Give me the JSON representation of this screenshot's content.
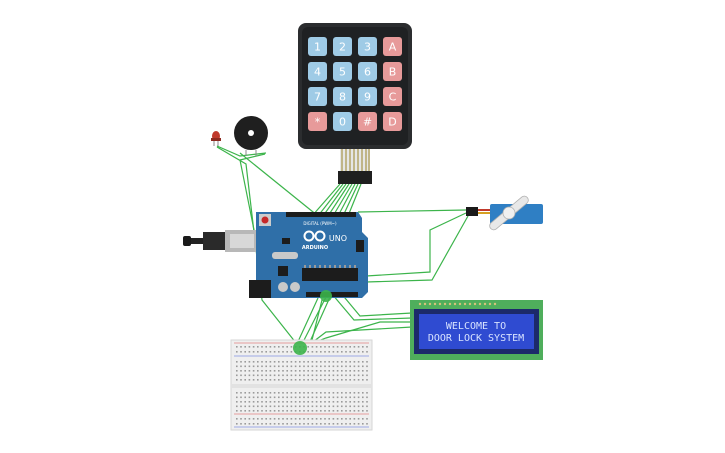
{
  "keypad": {
    "rows": [
      [
        "1",
        "2",
        "3",
        "A"
      ],
      [
        "4",
        "5",
        "6",
        "B"
      ],
      [
        "7",
        "8",
        "9",
        "C"
      ],
      [
        "*",
        "0",
        "#",
        "D"
      ]
    ]
  },
  "arduino": {
    "logo_text": "ARDUINO",
    "model": "UNO",
    "digital_label": "DIGITAL (PWM~)"
  },
  "lcd": {
    "line1": "WELCOME TO",
    "line2": "DOOR LOCK SYSTEM"
  },
  "colors": {
    "wire": "#3cb44b",
    "keypad_body": "#2b2d2f",
    "key_number": "#9fcbe6",
    "key_letter": "#e79a9a",
    "arduino_board": "#2f6fa8",
    "lcd_pcb": "#4fae5c",
    "lcd_screen": "#2f4bd1",
    "lcd_text": "#d8e3ff",
    "servo_body": "#2f7fc4",
    "led": "#c0392b"
  }
}
